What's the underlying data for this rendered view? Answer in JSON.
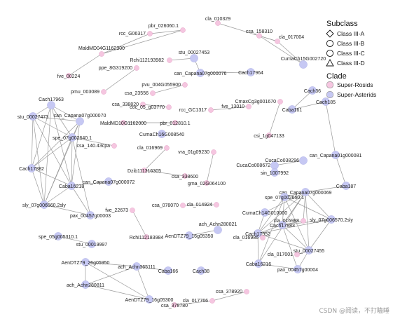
{
  "legend": {
    "subclass_title": "Subclass",
    "subclass_items": [
      {
        "label": "Class III-A",
        "shape": "diamond"
      },
      {
        "label": "Class III-B",
        "shape": "circle"
      },
      {
        "label": "Class III-C",
        "shape": "circle"
      },
      {
        "label": "Class III-D",
        "shape": "triangle"
      }
    ],
    "clade_title": "Clade",
    "clade_items": [
      {
        "label": "Super-Rosids",
        "color": "#f5c6e0"
      },
      {
        "label": "Super-Asterids",
        "color": "#c6c8f3"
      }
    ]
  },
  "colors": {
    "rosids": "#f5c6e0",
    "asterids": "#c6c8f3",
    "edge": "#9a9a9a"
  },
  "watermark": "CSDN @阅读，不打瞌睡",
  "nodes": [
    {
      "id": "n1",
      "label": "cla_010329",
      "clade": "rosids"
    },
    {
      "id": "n2",
      "label": "pbr_026060.1",
      "clade": "rosids"
    },
    {
      "id": "n3",
      "label": "csa_158310",
      "clade": "rosids"
    },
    {
      "id": "n4",
      "label": "cla_017004",
      "clade": "rosids"
    },
    {
      "id": "n5",
      "label": "rcc_G06317",
      "clade": "rosids"
    },
    {
      "id": "n6",
      "label": "MaldMD04G1162300",
      "clade": "rosids"
    },
    {
      "id": "n7",
      "label": "stu_00027453",
      "clade": "asterids"
    },
    {
      "id": "n8",
      "label": "Rchi112193982",
      "clade": "rosids"
    },
    {
      "id": "n9",
      "label": "CumaCh15G002720",
      "clade": "asterids"
    },
    {
      "id": "n10",
      "label": "Cach17964",
      "clade": "asterids"
    },
    {
      "id": "n11",
      "label": "can_Capana07g000076",
      "clade": "asterids"
    },
    {
      "id": "n12",
      "label": "ppe_8G319200",
      "clade": "rosids"
    },
    {
      "id": "n13",
      "label": "fve_00224",
      "clade": "rosids"
    },
    {
      "id": "n14",
      "label": "pvu_004G055900",
      "clade": "rosids"
    },
    {
      "id": "n15",
      "label": "pmu_003089",
      "clade": "rosids"
    },
    {
      "id": "n16",
      "label": "csa_23556",
      "clade": "rosids"
    },
    {
      "id": "n17",
      "label": "csa_338820",
      "clade": "rosids"
    },
    {
      "id": "n18",
      "label": "coc_05_g03770",
      "clade": "rosids"
    },
    {
      "id": "n19",
      "label": "Cach36",
      "clade": "asterids"
    },
    {
      "id": "n20",
      "label": "CmaxCg3g001670",
      "clade": "rosids"
    },
    {
      "id": "n21",
      "label": "fve_13010",
      "clade": "rosids"
    },
    {
      "id": "n22",
      "label": "rcc_GC1317",
      "clade": "rosids"
    },
    {
      "id": "n23",
      "label": "Cach17963",
      "clade": "asterids"
    },
    {
      "id": "n24",
      "label": "can_Capana07g000070",
      "clade": "asterids"
    },
    {
      "id": "n25",
      "label": "MaldMD10G1162000",
      "clade": "rosids"
    },
    {
      "id": "n26",
      "label": "pbr_012810.1",
      "clade": "rosids"
    },
    {
      "id": "n27",
      "label": "Caba161",
      "clade": "asterids"
    },
    {
      "id": "n28",
      "label": "Cach185",
      "clade": "asterids"
    },
    {
      "id": "n29",
      "label": "CumaCh16G008540",
      "clade": "asterids"
    },
    {
      "id": "n30",
      "label": "csi_1g047133",
      "clade": "rosids"
    },
    {
      "id": "n31",
      "label": "stu_00027473",
      "clade": "asterids"
    },
    {
      "id": "n32",
      "label": "csa_140.43cpa",
      "clade": "rosids"
    },
    {
      "id": "n33",
      "label": "spe_07g002640.1",
      "clade": "asterids"
    },
    {
      "id": "n34",
      "label": "cla_016969",
      "clade": "rosids"
    },
    {
      "id": "n35",
      "label": "vra_01g09230",
      "clade": "rosids"
    },
    {
      "id": "n36",
      "label": "can_Capana01g000081",
      "clade": "asterids"
    },
    {
      "id": "n37",
      "label": "Cach17882",
      "clade": "asterids"
    },
    {
      "id": "n38",
      "label": "Dzib111316305",
      "clade": "rosids"
    },
    {
      "id": "n39",
      "label": "csa_338600",
      "clade": "rosids"
    },
    {
      "id": "n40",
      "label": "CucaCo008672",
      "clade": "asterids"
    },
    {
      "id": "n41",
      "label": "CucaCo038296",
      "clade": "asterids"
    },
    {
      "id": "n42",
      "label": "sin_1007992",
      "clade": "asterids"
    },
    {
      "id": "n43",
      "label": "can_Capana07g000072",
      "clade": "asterids"
    },
    {
      "id": "n44",
      "label": "Caba16218",
      "clade": "asterids"
    },
    {
      "id": "n45",
      "label": "gma_02G064100",
      "clade": "rosids"
    },
    {
      "id": "n46",
      "label": "Caba187",
      "clade": "asterids"
    },
    {
      "id": "n47",
      "label": "can_Capana07g000069",
      "clade": "asterids"
    },
    {
      "id": "n48",
      "label": "sly_07g006560.2sly",
      "clade": "asterids"
    },
    {
      "id": "n49",
      "label": "spe_07g002650.1",
      "clade": "asterids"
    },
    {
      "id": "n50",
      "label": "CumaCh14G010000",
      "clade": "asterids"
    },
    {
      "id": "n51",
      "label": "csa_078070",
      "clade": "rosids"
    },
    {
      "id": "n52",
      "label": "cla_014924",
      "clade": "rosids"
    },
    {
      "id": "n53",
      "label": "pax_00457g00003",
      "clade": "asterids"
    },
    {
      "id": "n54",
      "label": "fve_22673",
      "clade": "rosids"
    },
    {
      "id": "n55",
      "label": "Cach17883",
      "clade": "asterids"
    },
    {
      "id": "n56",
      "label": "cla_016988",
      "clade": "rosids"
    },
    {
      "id": "n57",
      "label": "sly_07g006570.2sly",
      "clade": "asterids"
    },
    {
      "id": "n58",
      "label": "Rchi112183984",
      "clade": "rosids"
    },
    {
      "id": "n59",
      "label": "ach_Achn280021",
      "clade": "asterids"
    },
    {
      "id": "n60",
      "label": "AenDTZ79_16g05350",
      "clade": "asterids"
    },
    {
      "id": "n61",
      "label": "Cach17952",
      "clade": "asterids"
    },
    {
      "id": "n62",
      "label": "cla_016986",
      "clade": "rosids"
    },
    {
      "id": "n63",
      "label": "spe_05g005310.1",
      "clade": "asterids"
    },
    {
      "id": "n64",
      "label": "stu_00019997",
      "clade": "asterids"
    },
    {
      "id": "n65",
      "label": "cla_017001",
      "clade": "rosids"
    },
    {
      "id": "n66",
      "label": "stu_00027455",
      "clade": "asterids"
    },
    {
      "id": "n67",
      "label": "Caba16216",
      "clade": "asterids"
    },
    {
      "id": "n68",
      "label": "pax_00457g00004",
      "clade": "asterids"
    },
    {
      "id": "n69",
      "label": "AenDTZ79_26g05950",
      "clade": "asterids"
    },
    {
      "id": "n70",
      "label": "ach_Achn365111",
      "clade": "asterids"
    },
    {
      "id": "n71",
      "label": "Caba166",
      "clade": "asterids"
    },
    {
      "id": "n72",
      "label": "Cach38",
      "clade": "asterids"
    },
    {
      "id": "n73",
      "label": "ach_Achn280811",
      "clade": "asterids"
    },
    {
      "id": "n74",
      "label": "AenDTZ79_16g05300",
      "clade": "asterids"
    },
    {
      "id": "n75",
      "label": "csa_378920",
      "clade": "rosids"
    },
    {
      "id": "n76",
      "label": "cla_017766",
      "clade": "rosids"
    },
    {
      "id": "n77",
      "label": "csa_378780",
      "clade": "rosids"
    }
  ],
  "edges": [
    [
      "n2",
      "n5"
    ],
    [
      "n2",
      "n6"
    ],
    [
      "n5",
      "n6"
    ],
    [
      "n6",
      "n13"
    ],
    [
      "n1",
      "n4"
    ],
    [
      "n3",
      "n4"
    ],
    [
      "n4",
      "n9"
    ],
    [
      "n3",
      "n9"
    ],
    [
      "n7",
      "n8"
    ],
    [
      "n7",
      "n11"
    ],
    [
      "n11",
      "n10"
    ],
    [
      "n12",
      "n15"
    ],
    [
      "n14",
      "n16"
    ],
    [
      "n18",
      "n17"
    ],
    [
      "n21",
      "n22"
    ],
    [
      "n20",
      "n30"
    ],
    [
      "n25",
      "n26"
    ],
    [
      "n19",
      "n27"
    ],
    [
      "n27",
      "n28"
    ],
    [
      "n28",
      "n36"
    ],
    [
      "n36",
      "n46"
    ],
    [
      "n46",
      "n47"
    ],
    [
      "n23",
      "n31"
    ],
    [
      "n23",
      "n33"
    ],
    [
      "n23",
      "n37"
    ],
    [
      "n23",
      "n44"
    ],
    [
      "n23",
      "n24"
    ],
    [
      "n23",
      "n48"
    ],
    [
      "n24",
      "n31"
    ],
    [
      "n24",
      "n33"
    ],
    [
      "n24",
      "n37"
    ],
    [
      "n24",
      "n44"
    ],
    [
      "n24",
      "n48"
    ],
    [
      "n31",
      "n33"
    ],
    [
      "n31",
      "n37"
    ],
    [
      "n31",
      "n44"
    ],
    [
      "n31",
      "n48"
    ],
    [
      "n33",
      "n37"
    ],
    [
      "n33",
      "n44"
    ],
    [
      "n33",
      "n48"
    ],
    [
      "n33",
      "n53"
    ],
    [
      "n33",
      "n32"
    ],
    [
      "n37",
      "n44"
    ],
    [
      "n37",
      "n48"
    ],
    [
      "n44",
      "n48"
    ],
    [
      "n44",
      "n53"
    ],
    [
      "n48",
      "n53"
    ],
    [
      "n44",
      "n43"
    ],
    [
      "n34",
      "n38"
    ],
    [
      "n38",
      "n39"
    ],
    [
      "n35",
      "n45"
    ],
    [
      "n40",
      "n41"
    ],
    [
      "n47",
      "n49"
    ],
    [
      "n47",
      "n55"
    ],
    [
      "n47",
      "n57"
    ],
    [
      "n47",
      "n61"
    ],
    [
      "n47",
      "n66"
    ],
    [
      "n47",
      "n56"
    ],
    [
      "n47",
      "n50"
    ],
    [
      "n47",
      "n67"
    ],
    [
      "n49",
      "n55"
    ],
    [
      "n49",
      "n57"
    ],
    [
      "n49",
      "n61"
    ],
    [
      "n49",
      "n66"
    ],
    [
      "n49",
      "n67"
    ],
    [
      "n55",
      "n57"
    ],
    [
      "n55",
      "n61"
    ],
    [
      "n55",
      "n66"
    ],
    [
      "n55",
      "n56"
    ],
    [
      "n57",
      "n66"
    ],
    [
      "n57",
      "n61"
    ],
    [
      "n61",
      "n67"
    ],
    [
      "n61",
      "n62"
    ],
    [
      "n61",
      "n66"
    ],
    [
      "n66",
      "n65"
    ],
    [
      "n67",
      "n68"
    ],
    [
      "n55",
      "n68"
    ],
    [
      "n66",
      "n68"
    ],
    [
      "n50",
      "n61"
    ],
    [
      "n51",
      "n52"
    ],
    [
      "n54",
      "n58"
    ],
    [
      "n59",
      "n60"
    ],
    [
      "n63",
      "n64"
    ],
    [
      "n69",
      "n70"
    ],
    [
      "n69",
      "n73"
    ],
    [
      "n69",
      "n74"
    ],
    [
      "n70",
      "n73"
    ],
    [
      "n73",
      "n74"
    ],
    [
      "n70",
      "n74"
    ],
    [
      "n70",
      "n71"
    ],
    [
      "n76",
      "n77"
    ],
    [
      "n75",
      "n76"
    ]
  ]
}
